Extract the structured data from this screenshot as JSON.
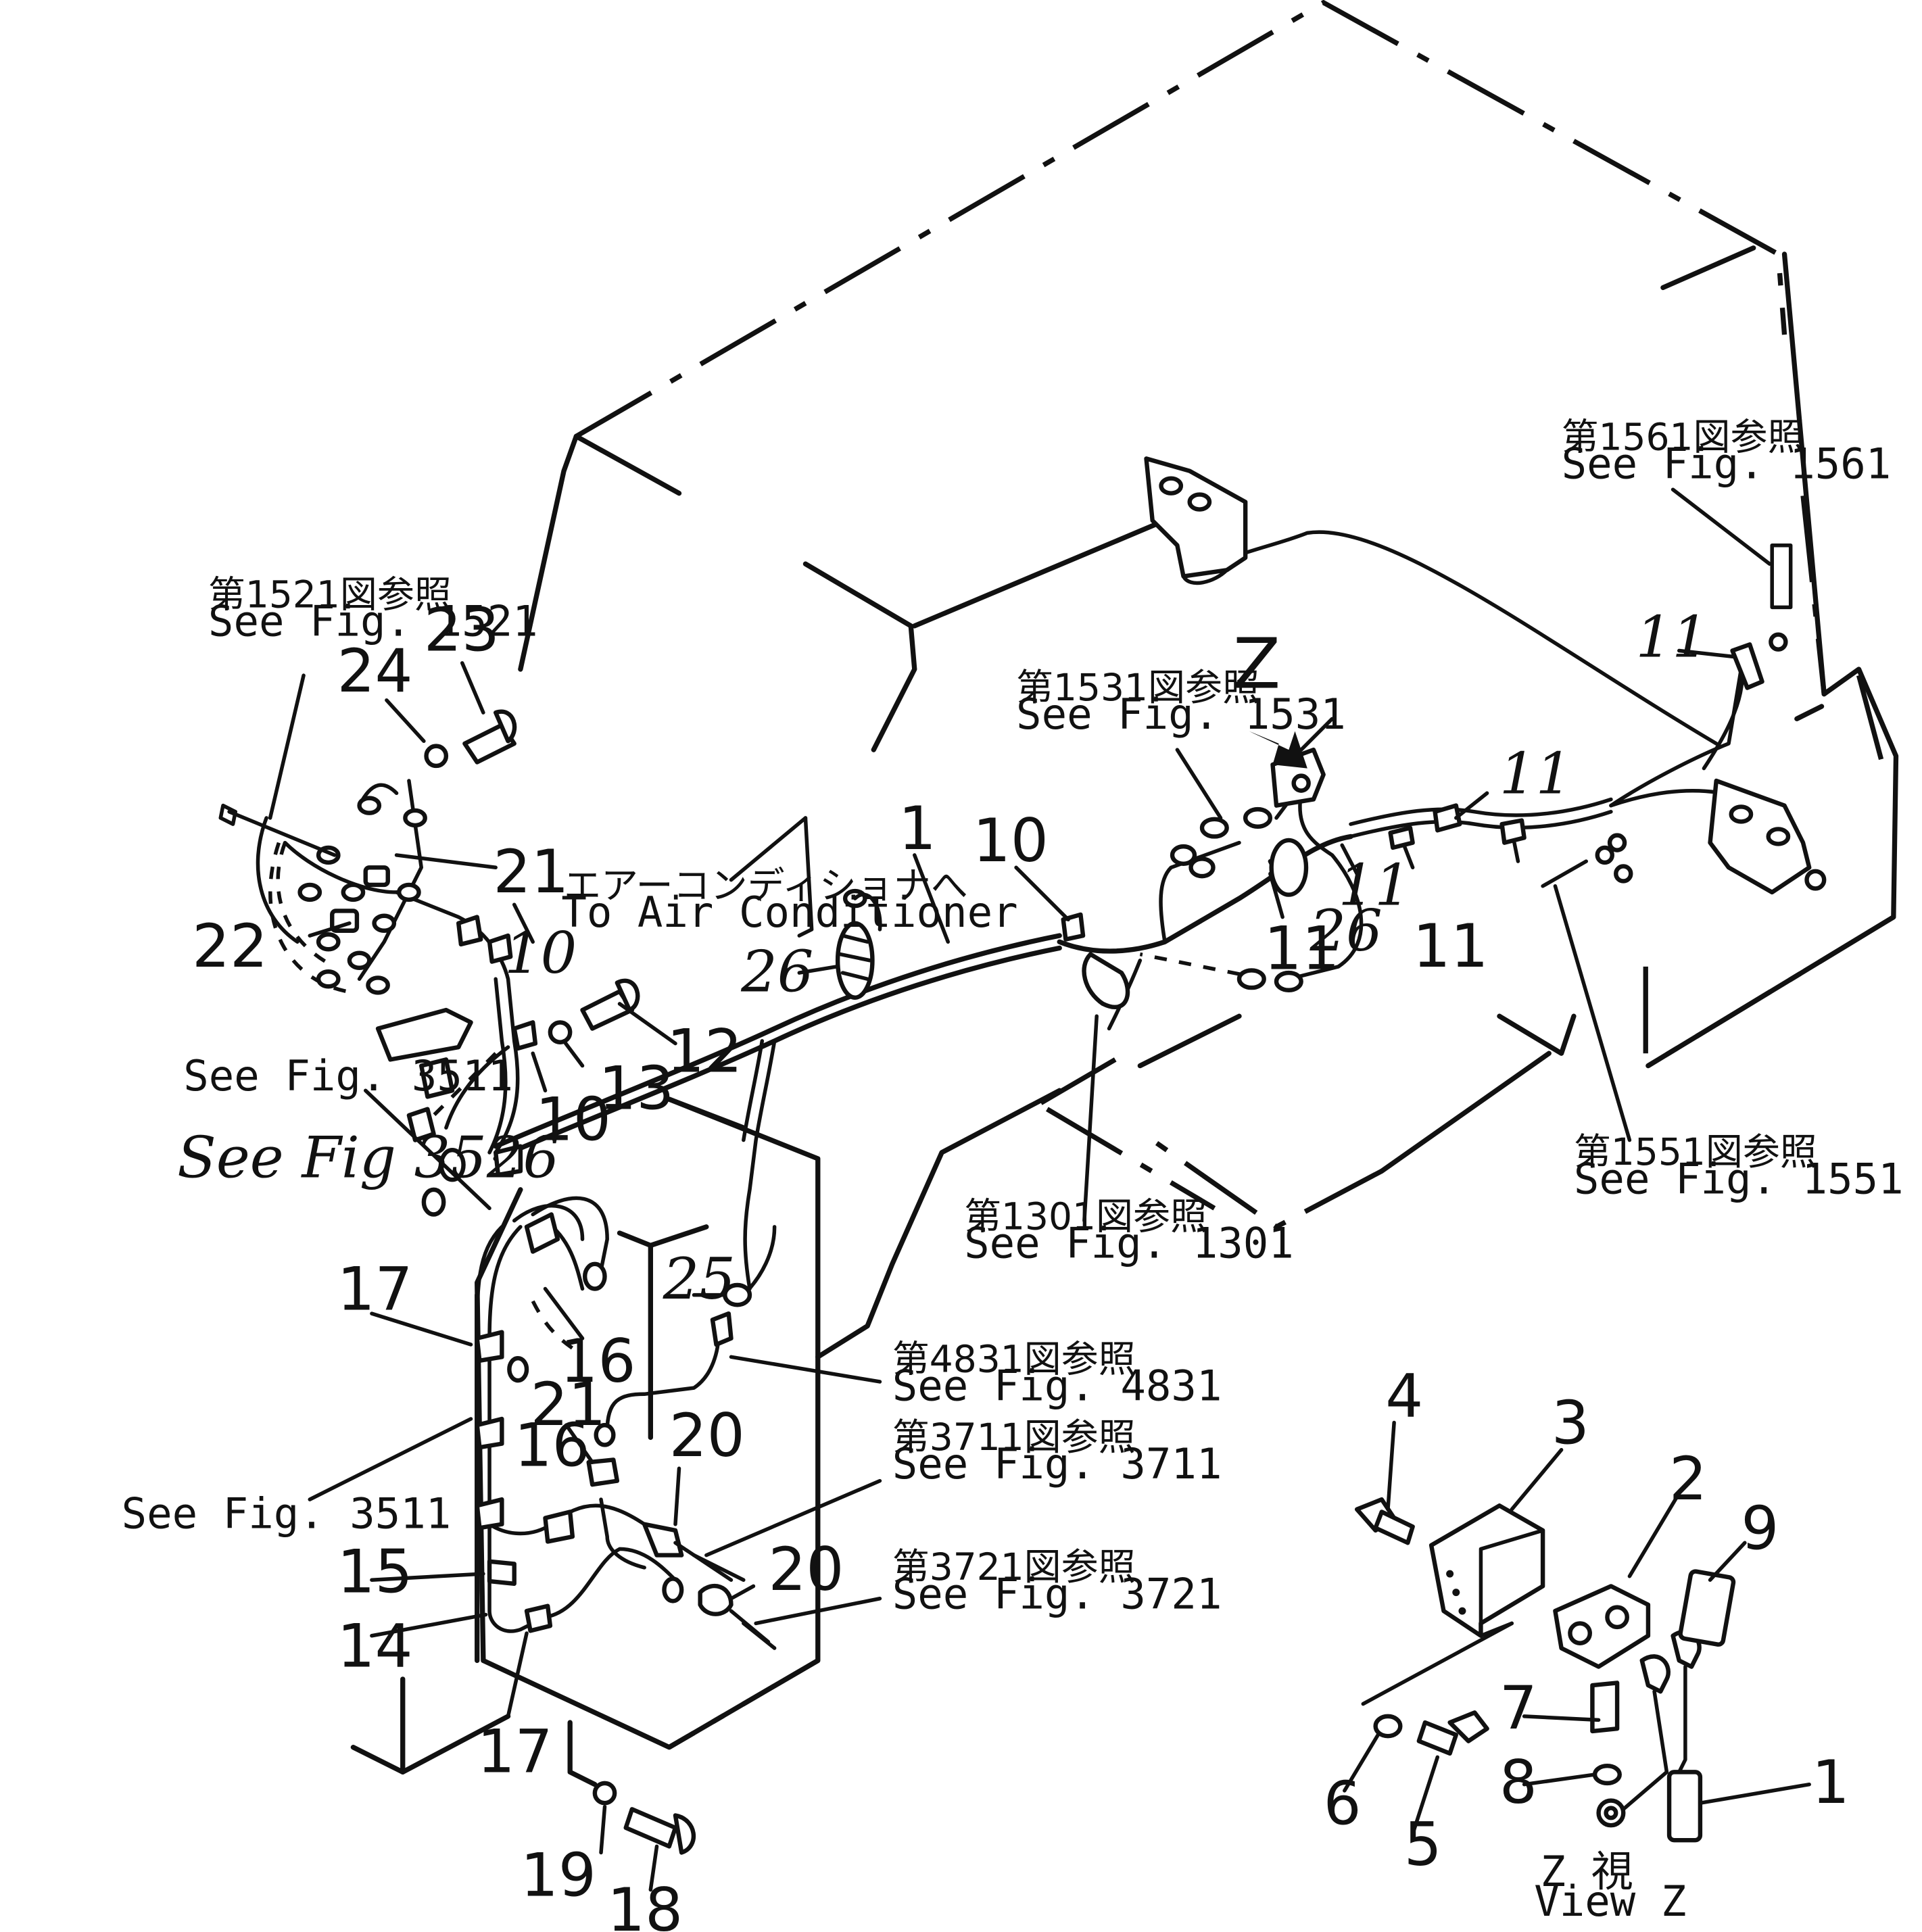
{
  "callouts": {
    "c1_main": "1",
    "c10_a": "10",
    "c10_b": "10",
    "c10_c": "10",
    "c11_a": "11",
    "c11_b": "11",
    "c11_c": "11",
    "c11_d": "11",
    "c11_e": "11",
    "c12": "12",
    "c13": "13",
    "c14": "14",
    "c15": "15",
    "c16_a": "16",
    "c16_b": "16",
    "c17_a": "17",
    "c17_b": "17",
    "c18": "18",
    "c19": "19",
    "c20_a": "20",
    "c20_b": "20",
    "c21_a": "21",
    "c21_b": "21",
    "c22": "22",
    "c23": "23",
    "c24": "24",
    "c25": "25",
    "c26_a": "26",
    "c26_b": "26",
    "z_label": "Z",
    "v1": "1",
    "v2": "2",
    "v3": "3",
    "v4": "4",
    "v5": "5",
    "v6": "6",
    "v7": "7",
    "v8": "8",
    "v9": "9"
  },
  "references": {
    "fig1521_jp": "第1521図参照",
    "fig1521_en": "See Fig. 1521",
    "fig1531_jp": "第1531図参照",
    "fig1531_en": "See Fig. 1531",
    "fig1561_jp": "第1561図参照",
    "fig1561_en": "See Fig. 1561",
    "fig1551_jp": "第1551図参照",
    "fig1551_en": "See Fig. 1551",
    "fig1301_jp": "第1301図参照",
    "fig1301_en": "See Fig. 1301",
    "fig4831_jp": "第4831図参照",
    "fig4831_en": "See Fig. 4831",
    "fig3711_jp": "第3711図参照",
    "fig3711_en": "See Fig. 3711",
    "fig3721_jp": "第3721図参照",
    "fig3721_en": "See Fig. 3721",
    "fig3511_a": "See Fig. 3511",
    "fig3511_b": "See Fig. 3511",
    "fig3526": "See Fig 3526",
    "aircon_jp": "エアーコンディショナへ",
    "aircon_en": "To Air Conditioner",
    "viewz_jp": "Z 視",
    "viewz_en": "View Z"
  }
}
